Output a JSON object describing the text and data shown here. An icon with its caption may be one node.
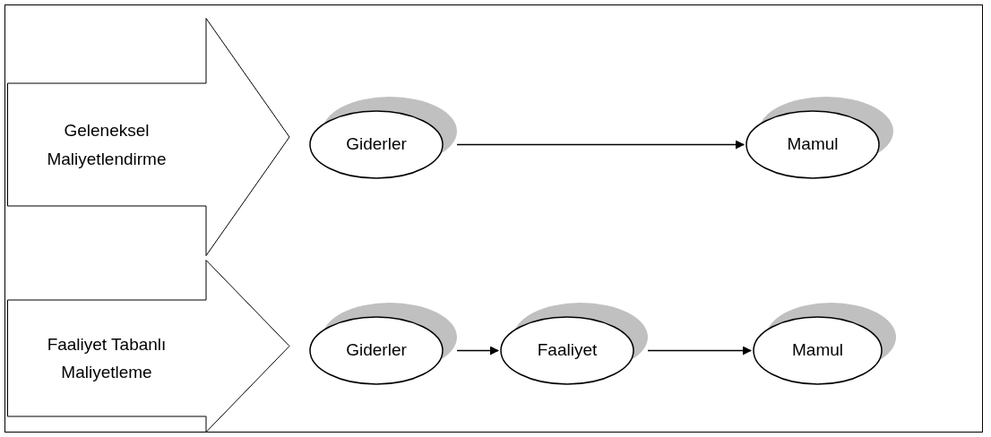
{
  "diagram": {
    "nodes": [
      {
        "text": [
          "Geleneksel Maliyetlendirme"
        ]
      },
      {
        "text": [
          "Giderler"
        ]
      },
      {
        "text": [
          "Mamul"
        ]
      },
      {
        "text": [
          "Faaliyet Tabanlı Maliyetleme"
        ]
      },
      {
        "text": [
          "Giderler"
        ]
      },
      {
        "text": [
          "Faaliyet"
        ]
      },
      {
        "text": [
          "Mamul"
        ]
      }
    ],
    "edges": [
      {
        "from": 1,
        "to": 2,
        "arrow": "to"
      },
      {
        "from": 4,
        "to": 5,
        "arrow": "to"
      },
      {
        "from": 5,
        "to": 6,
        "arrow": "to"
      }
    ]
  }
}
